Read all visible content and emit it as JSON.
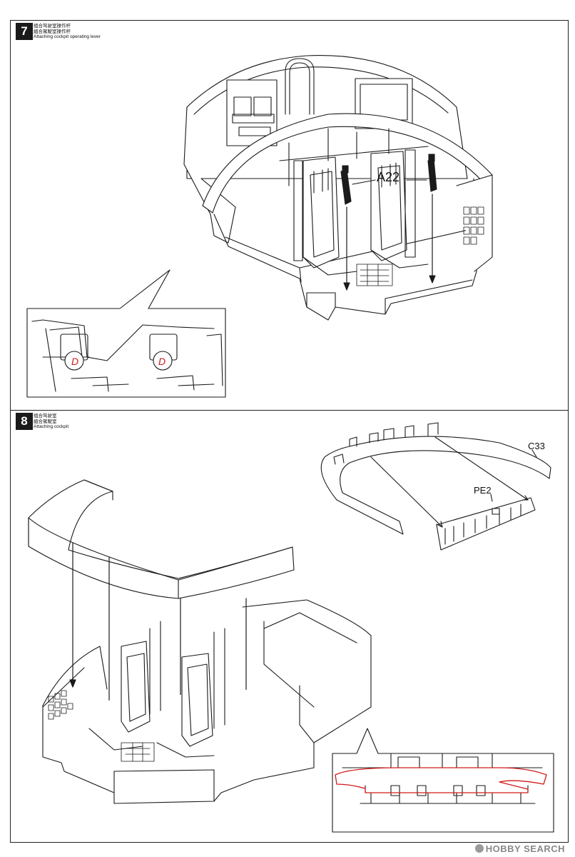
{
  "step7": {
    "number": "7",
    "title_cn1": "组合驾驶室操作杆",
    "title_cn2": "組合駕駛室操作杆",
    "title_en": "Attaching cockpit operating lever",
    "part_label": "A22",
    "detail_mark_left": "D",
    "detail_mark_right": "D"
  },
  "step8": {
    "number": "8",
    "title_cn1": "组合驾驶室",
    "title_cn2": "組合駕駛室",
    "title_en": "Attaching cockpit",
    "part_c33": "C33",
    "part_pe2": "PE2"
  },
  "watermark": {
    "brand": "HOBBY SEARCH"
  },
  "colors": {
    "line": "#1a1a1a",
    "highlight": "#d21a1a",
    "step_badge": "#1a1a1a"
  }
}
